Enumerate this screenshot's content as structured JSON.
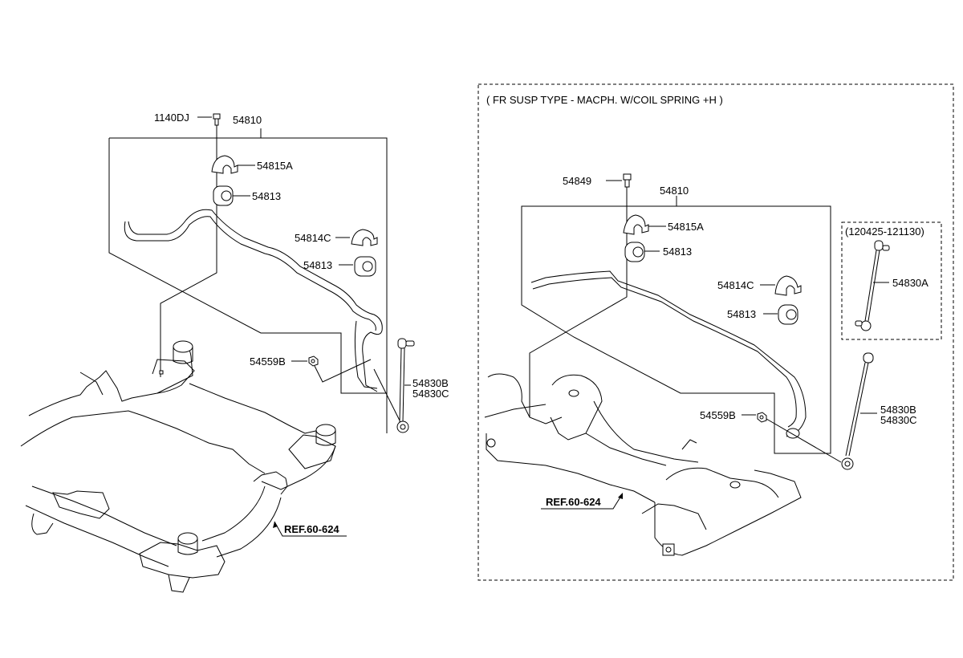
{
  "left_diagram": {
    "labels": {
      "bolt": "1140DJ",
      "stabilizer_bar": "54810",
      "bracket_upper": "54815A",
      "bushing_upper": "54813",
      "bracket_lower": "54814C",
      "bushing_lower": "54813",
      "nut": "54559B",
      "link_1": "54830B",
      "link_2": "54830C"
    },
    "reference": "REF.60-624"
  },
  "right_diagram": {
    "caption": "( FR SUSP TYPE - MACPH. W/COIL SPRING +H )",
    "labels": {
      "bolt": "54849",
      "stabilizer_bar": "54810",
      "bracket_upper": "54815A",
      "bushing_upper": "54813",
      "bracket_lower": "54814C",
      "bushing_lower": "54813",
      "nut": "54559B",
      "link_1": "54830B",
      "link_2": "54830C"
    },
    "inset": {
      "date_range": "(120425-121130)",
      "link": "54830A"
    },
    "reference": "REF.60-624"
  }
}
